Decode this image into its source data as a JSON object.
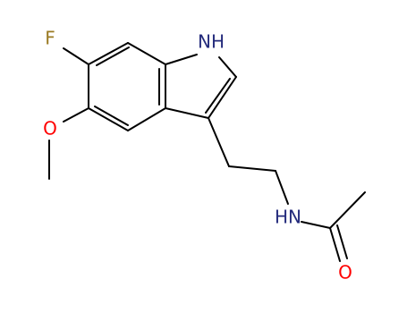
{
  "molecule": {
    "atom_labels": {
      "fluorine": "F",
      "oxygen_methoxy": "O",
      "indole_nh": "NH",
      "amide_nh": "HN",
      "oxygen_carbonyl": "O"
    },
    "colors": {
      "bond": "#000000",
      "fluorine": "#9a7a22",
      "oxygen": "#ff0000",
      "nitrogen": "#242b7c"
    }
  }
}
